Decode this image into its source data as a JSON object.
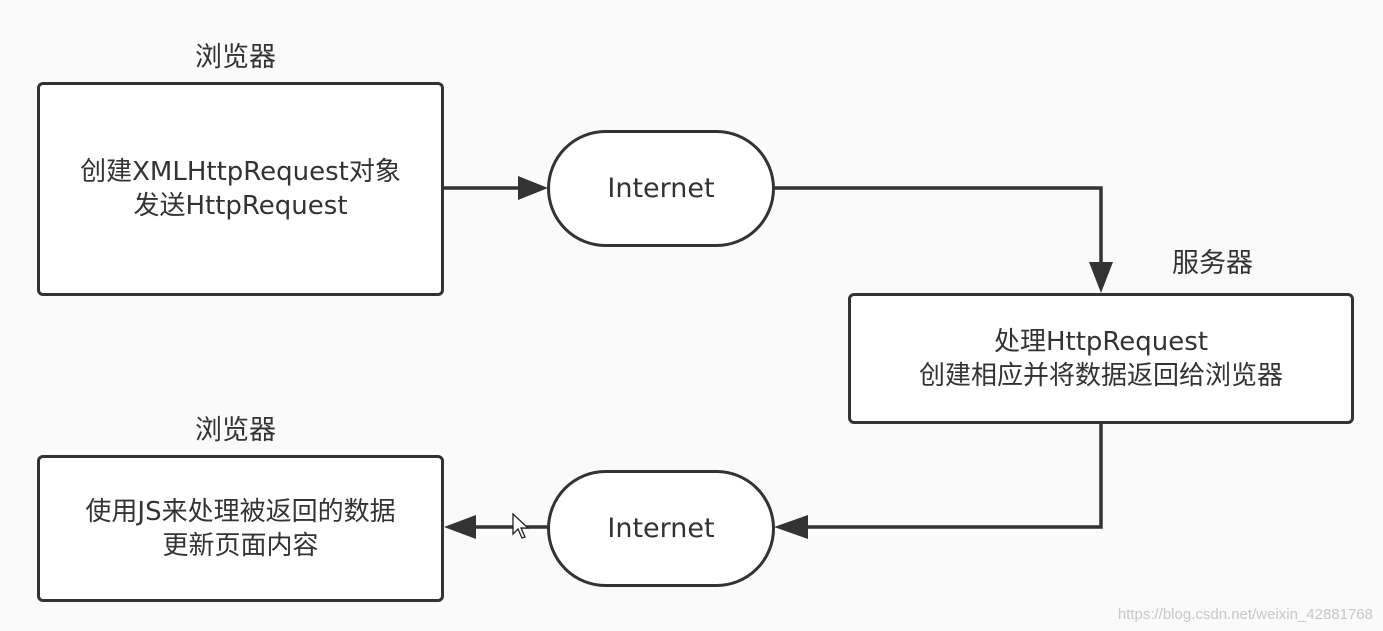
{
  "browser_top": {
    "caption": "浏览器",
    "line1": "创建XMLHttpRequest对象",
    "line2": "发送HttpRequest"
  },
  "internet_top": {
    "label": "Internet"
  },
  "server": {
    "caption": "服务器",
    "line1": "处理HttpRequest",
    "line2": "创建相应并将数据返回给浏览器"
  },
  "internet_bottom": {
    "label": "Internet"
  },
  "browser_bottom": {
    "caption": "浏览器",
    "line1": "使用JS来处理被返回的数据",
    "line2": "更新页面内容"
  },
  "watermark": "https://blog.csdn.net/weixin_42881768",
  "colors": {
    "stroke": "#333333",
    "background": "#fafafa",
    "fill": "#ffffff"
  }
}
